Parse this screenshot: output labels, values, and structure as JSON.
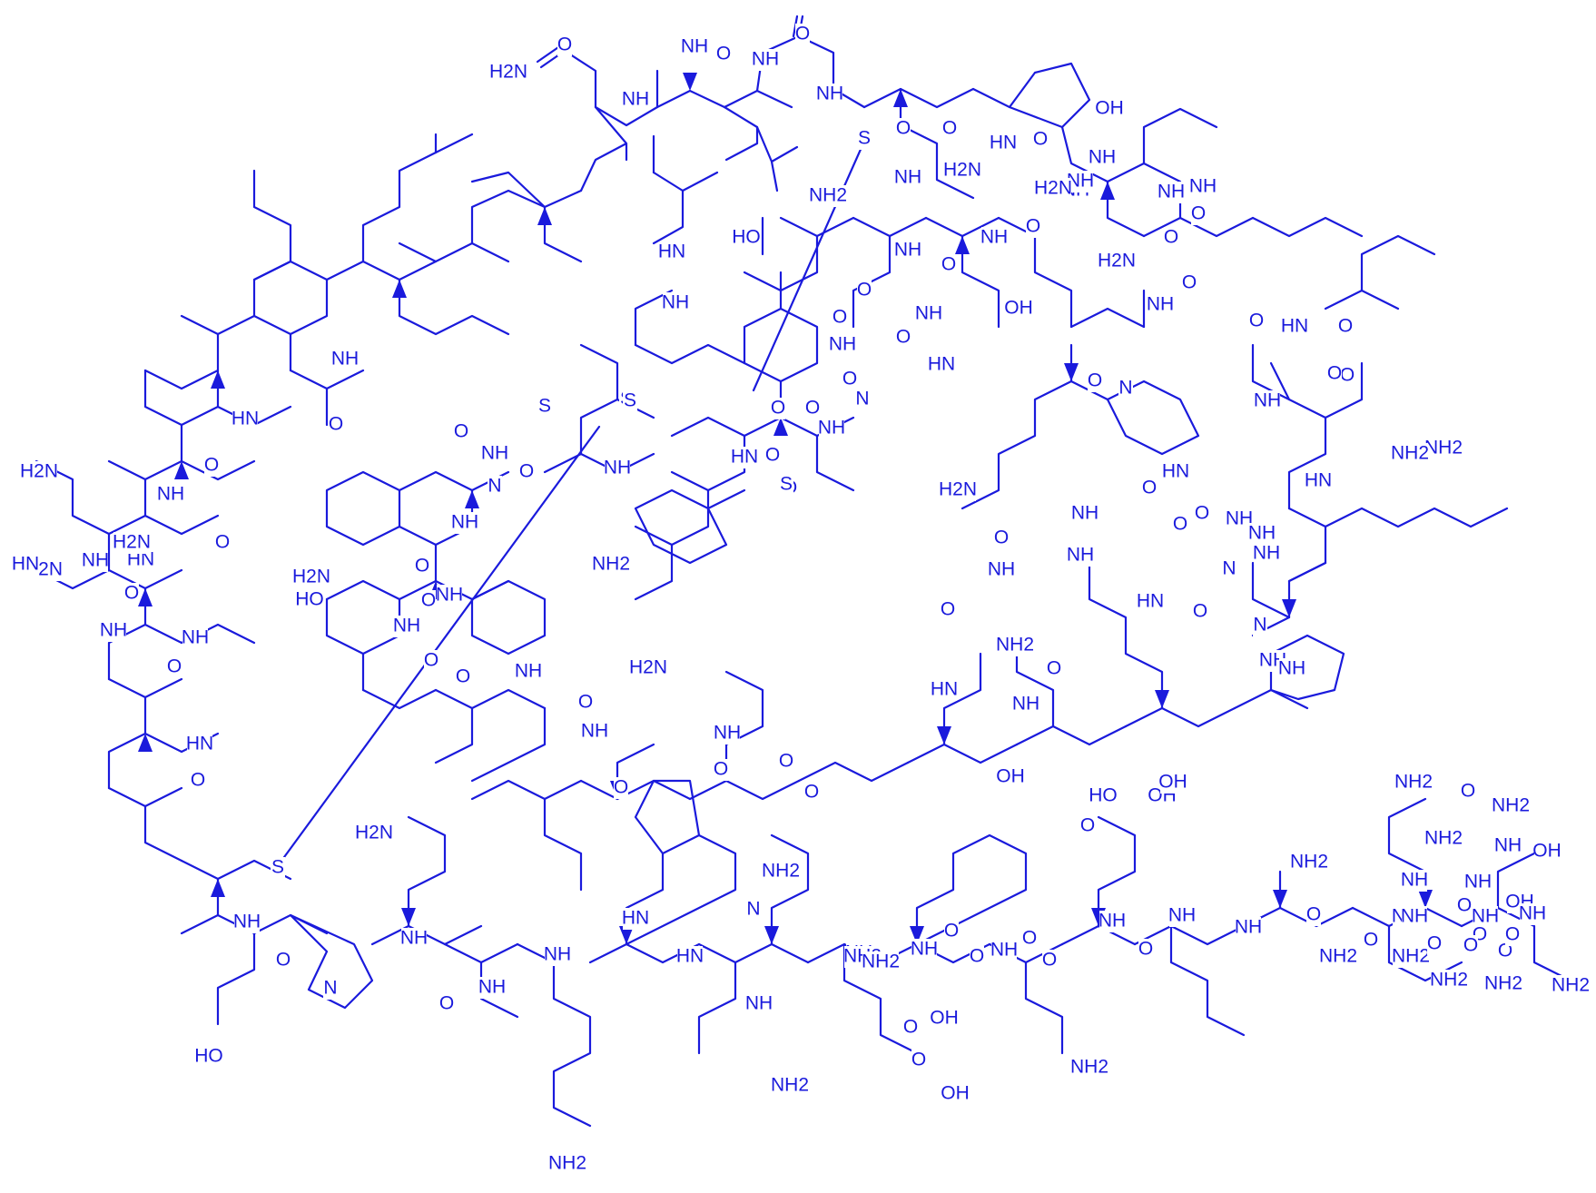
{
  "structure": {
    "name": "",
    "color": "#1a1adc",
    "background": "#ffffff",
    "labels": [
      {
        "id": "l1",
        "text": "O"
      },
      {
        "id": "l2",
        "text": "H2N"
      },
      {
        "id": "l3",
        "text": "NH"
      },
      {
        "id": "l4",
        "text": "NH"
      },
      {
        "id": "l5",
        "text": "O"
      },
      {
        "id": "l6",
        "text": "NH"
      },
      {
        "id": "l7",
        "text": "O"
      },
      {
        "id": "l8",
        "text": "NH2"
      },
      {
        "id": "l9",
        "text": "HN"
      },
      {
        "id": "l10",
        "text": "NH"
      },
      {
        "id": "l11",
        "text": "O"
      },
      {
        "id": "l12",
        "text": "NH"
      },
      {
        "id": "l13",
        "text": "O"
      },
      {
        "id": "l14",
        "text": "NH"
      },
      {
        "id": "l15",
        "text": "O"
      },
      {
        "id": "l16",
        "text": "H2N"
      },
      {
        "id": "l17",
        "text": "NH"
      },
      {
        "id": "l18",
        "text": "O"
      },
      {
        "id": "l19",
        "text": "NH"
      },
      {
        "id": "l20",
        "text": "O"
      },
      {
        "id": "l21",
        "text": "NH"
      },
      {
        "id": "l22",
        "text": "O"
      },
      {
        "id": "l23",
        "text": "NH"
      },
      {
        "id": "l24",
        "text": "O"
      },
      {
        "id": "l25",
        "text": "NH2"
      },
      {
        "id": "l26",
        "text": "O"
      },
      {
        "id": "l27",
        "text": "HN"
      },
      {
        "id": "l28",
        "text": "NH"
      },
      {
        "id": "l29",
        "text": "HN"
      },
      {
        "id": "l30",
        "text": "O"
      },
      {
        "id": "l31",
        "text": "NH"
      },
      {
        "id": "l32",
        "text": "H2N"
      },
      {
        "id": "l33",
        "text": "O"
      },
      {
        "id": "l34",
        "text": "N"
      },
      {
        "id": "l35",
        "text": "OH"
      },
      {
        "id": "l36",
        "text": "O"
      },
      {
        "id": "l37",
        "text": "NH"
      },
      {
        "id": "l38",
        "text": "O"
      },
      {
        "id": "l39",
        "text": "NH"
      },
      {
        "id": "l40",
        "text": "H2N"
      },
      {
        "id": "l41",
        "text": "O"
      },
      {
        "id": "l42",
        "text": "NH"
      },
      {
        "id": "l43",
        "text": "HN"
      },
      {
        "id": "l44",
        "text": "O"
      },
      {
        "id": "l45",
        "text": "H2N"
      },
      {
        "id": "l46",
        "text": "NH"
      },
      {
        "id": "l47",
        "text": "O"
      },
      {
        "id": "l48",
        "text": "O"
      },
      {
        "id": "l49",
        "text": "NH"
      },
      {
        "id": "l50",
        "text": "HO"
      },
      {
        "id": "l51",
        "text": "HN"
      },
      {
        "id": "l52",
        "text": "NH"
      },
      {
        "id": "l53",
        "text": "O"
      },
      {
        "id": "l54",
        "text": "OH"
      },
      {
        "id": "l55",
        "text": "NH"
      },
      {
        "id": "l56",
        "text": "HN"
      },
      {
        "id": "l57",
        "text": "O"
      },
      {
        "id": "l58",
        "text": "O"
      },
      {
        "id": "l59",
        "text": "N"
      },
      {
        "id": "l60",
        "text": "O"
      },
      {
        "id": "l61",
        "text": "NH"
      },
      {
        "id": "l62",
        "text": "O"
      },
      {
        "id": "l63",
        "text": "HN"
      },
      {
        "id": "l64",
        "text": "O"
      },
      {
        "id": "l65",
        "text": "NH"
      },
      {
        "id": "l66",
        "text": "NH2"
      },
      {
        "id": "l67",
        "text": "O"
      },
      {
        "id": "l68",
        "text": "NH"
      },
      {
        "id": "l69",
        "text": "N"
      },
      {
        "id": "l70",
        "text": "O"
      },
      {
        "id": "l71",
        "text": "NH"
      },
      {
        "id": "l72",
        "text": "O"
      },
      {
        "id": "l73",
        "text": "NH"
      },
      {
        "id": "l74",
        "text": "H2N"
      },
      {
        "id": "l75",
        "text": "O"
      },
      {
        "id": "l76",
        "text": "NH"
      },
      {
        "id": "l77",
        "text": "O"
      },
      {
        "id": "l78",
        "text": "NH"
      },
      {
        "id": "l79",
        "text": "O"
      },
      {
        "id": "l80",
        "text": "NH"
      },
      {
        "id": "l81",
        "text": "O"
      },
      {
        "id": "l82",
        "text": "H2N"
      },
      {
        "id": "l83",
        "text": "O"
      },
      {
        "id": "l84",
        "text": "NH"
      },
      {
        "id": "l85",
        "text": "O"
      },
      {
        "id": "l86",
        "text": "NH2"
      },
      {
        "id": "l87",
        "text": "O"
      },
      {
        "id": "l88",
        "text": "NH2"
      },
      {
        "id": "l89",
        "text": "O"
      },
      {
        "id": "l90",
        "text": "HO"
      },
      {
        "id": "l91",
        "text": "O"
      },
      {
        "id": "l92",
        "text": "HN"
      },
      {
        "id": "l93",
        "text": "NH"
      },
      {
        "id": "l94",
        "text": "HN"
      },
      {
        "id": "l95",
        "text": "N"
      },
      {
        "id": "l96",
        "text": "NH"
      },
      {
        "id": "l97",
        "text": "O"
      },
      {
        "id": "l98",
        "text": "NH"
      },
      {
        "id": "l99",
        "text": "O"
      },
      {
        "id": "l100",
        "text": "NH"
      },
      {
        "id": "l101",
        "text": "O"
      },
      {
        "id": "l102",
        "text": "NH"
      },
      {
        "id": "l103",
        "text": "O"
      },
      {
        "id": "l104",
        "text": "NH"
      },
      {
        "id": "l105",
        "text": "O"
      },
      {
        "id": "l106",
        "text": "OH"
      },
      {
        "id": "l107",
        "text": "N"
      },
      {
        "id": "l108",
        "text": "NH"
      },
      {
        "id": "l109",
        "text": "NH2"
      },
      {
        "id": "l110",
        "text": "O"
      },
      {
        "id": "l111",
        "text": "S"
      },
      {
        "id": "l112",
        "text": "S"
      },
      {
        "id": "l113",
        "text": "S"
      },
      {
        "id": "l114",
        "text": "S"
      },
      {
        "id": "l115",
        "text": "S"
      },
      {
        "id": "l116",
        "text": "S"
      },
      {
        "id": "l117",
        "text": "NH"
      },
      {
        "id": "l118",
        "text": "O"
      },
      {
        "id": "l119",
        "text": "HN"
      },
      {
        "id": "l120",
        "text": "O"
      },
      {
        "id": "l121",
        "text": "NH"
      },
      {
        "id": "l122",
        "text": "O"
      },
      {
        "id": "l123",
        "text": "HN"
      },
      {
        "id": "l124",
        "text": "O"
      },
      {
        "id": "l125",
        "text": "NH"
      },
      {
        "id": "l126",
        "text": "O"
      },
      {
        "id": "l127",
        "text": "HN"
      },
      {
        "id": "l128",
        "text": "O"
      },
      {
        "id": "l129",
        "text": "NH"
      },
      {
        "id": "l130",
        "text": "O"
      },
      {
        "id": "l131",
        "text": "NH"
      },
      {
        "id": "l132",
        "text": "O"
      },
      {
        "id": "l133",
        "text": "N"
      },
      {
        "id": "l134",
        "text": "NH"
      },
      {
        "id": "l135",
        "text": "NH"
      },
      {
        "id": "l136",
        "text": "HN"
      },
      {
        "id": "l137",
        "text": "HN"
      },
      {
        "id": "l138",
        "text": "NH"
      },
      {
        "id": "l139",
        "text": "N"
      },
      {
        "id": "l140",
        "text": "NH"
      },
      {
        "id": "l141",
        "text": "NH"
      },
      {
        "id": "l142",
        "text": "O"
      },
      {
        "id": "l143",
        "text": "O"
      },
      {
        "id": "l144",
        "text": "OH"
      },
      {
        "id": "l145",
        "text": "HO"
      },
      {
        "id": "l146",
        "text": "NH2"
      },
      {
        "id": "l147",
        "text": "NH2"
      },
      {
        "id": "l148",
        "text": "NH2"
      },
      {
        "id": "l149",
        "text": "NH2"
      },
      {
        "id": "l150",
        "text": "NH2"
      },
      {
        "id": "l151",
        "text": "NH2"
      },
      {
        "id": "l152",
        "text": "NH2"
      },
      {
        "id": "l153",
        "text": "NH2"
      },
      {
        "id": "l154",
        "text": "NH2"
      },
      {
        "id": "l155",
        "text": "H2N"
      },
      {
        "id": "l156",
        "text": "H2N"
      },
      {
        "id": "l157",
        "text": "H2N"
      },
      {
        "id": "l158",
        "text": "H2N"
      },
      {
        "id": "l159",
        "text": "NH2"
      },
      {
        "id": "l160",
        "text": "NH"
      },
      {
        "id": "l161",
        "text": "HN"
      },
      {
        "id": "l162",
        "text": "NH"
      },
      {
        "id": "l163",
        "text": "NH"
      },
      {
        "id": "l164",
        "text": "NH"
      },
      {
        "id": "l165",
        "text": "OH"
      },
      {
        "id": "l166",
        "text": "O"
      },
      {
        "id": "l167",
        "text": "HO"
      },
      {
        "id": "l168",
        "text": "O"
      },
      {
        "id": "l169",
        "text": "OH"
      },
      {
        "id": "l170",
        "text": "O"
      },
      {
        "id": "l171",
        "text": "OH"
      },
      {
        "id": "l172",
        "text": "O"
      },
      {
        "id": "l173",
        "text": "NH2"
      },
      {
        "id": "l174",
        "text": "O"
      },
      {
        "id": "l175",
        "text": "NH"
      },
      {
        "id": "l176",
        "text": "O"
      },
      {
        "id": "l177",
        "text": "O"
      },
      {
        "id": "l178",
        "text": "OH"
      },
      {
        "id": "l179",
        "text": "NH"
      },
      {
        "id": "l180",
        "text": "O"
      },
      {
        "id": "l181",
        "text": "NH2"
      },
      {
        "id": "l182",
        "text": "NH2"
      },
      {
        "id": "l183",
        "text": "O"
      },
      {
        "id": "l184",
        "text": "NH"
      },
      {
        "id": "l185",
        "text": "NH"
      },
      {
        "id": "l186",
        "text": "O"
      },
      {
        "id": "l187",
        "text": "NH"
      },
      {
        "id": "l188",
        "text": "O"
      },
      {
        "id": "l189",
        "text": "O"
      },
      {
        "id": "l190",
        "text": "NH"
      },
      {
        "id": "l191",
        "text": "O"
      },
      {
        "id": "l192",
        "text": "NH"
      },
      {
        "id": "l193",
        "text": "O"
      },
      {
        "id": "l194",
        "text": "NH"
      },
      {
        "id": "l195",
        "text": "NH2"
      },
      {
        "id": "l196",
        "text": "O"
      },
      {
        "id": "l197",
        "text": "NH"
      },
      {
        "id": "l198",
        "text": "OH"
      }
    ]
  }
}
